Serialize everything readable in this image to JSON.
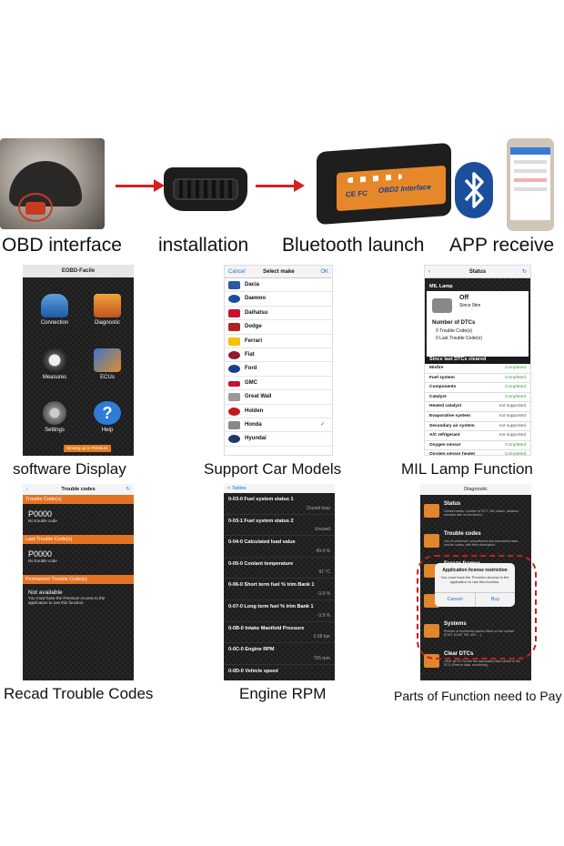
{
  "top": {
    "captions": [
      "OBD interface",
      "installation",
      "Bluetooth launch",
      "APP receive"
    ],
    "adapter_text": "OBD2 Interface",
    "adapter_badges": "CE FC"
  },
  "screens": {
    "s1": {
      "title": "EOBD-Facile",
      "tiles": [
        "Connection",
        "Diagnostic",
        "Measures",
        "ECUs",
        "Settings",
        "Help"
      ],
      "footer": "Moving up to Premium",
      "caption": "software Display"
    },
    "s2": {
      "cancel": "Cancel",
      "title": "Select make",
      "ok": "OK",
      "makes": [
        "Dacia",
        "Daewoo",
        "Daihatsu",
        "Dodge",
        "Ferrari",
        "Fiat",
        "Ford",
        "GMC",
        "Great Wall",
        "Holden",
        "Honda",
        "Hyundai"
      ],
      "checked": "✓",
      "caption": "Support Car Models"
    },
    "s3": {
      "title": "Status",
      "mil_header": "MIL Lamp",
      "off": "Off",
      "since": "Since 0km",
      "dtc_title": "Number of DTCs",
      "dtc_1": "0 Trouble Code(s)",
      "dtc_2": "0 Last Trouble Code(s)",
      "since_header": "Since last DTCs cleared",
      "rows": [
        {
          "name": "Misfire",
          "status": "Completed"
        },
        {
          "name": "Fuel system",
          "status": "Completed"
        },
        {
          "name": "Components",
          "status": "Completed"
        },
        {
          "name": "Catalyst",
          "status": "Completed"
        },
        {
          "name": "Heated catalyst",
          "status": "not supported"
        },
        {
          "name": "Evaporative system",
          "status": "not supported"
        },
        {
          "name": "Secondary air system",
          "status": "not supported"
        },
        {
          "name": "A/C refrigerant",
          "status": "not supported"
        },
        {
          "name": "Oxygen sensor",
          "status": "Completed"
        },
        {
          "name": "Oxygen sensor heater",
          "status": "Completed"
        }
      ],
      "caption": "MIL Lamp Function"
    },
    "s4": {
      "title": "Trouble codes",
      "sec1": "Trouble Code(s)",
      "code1": "P0000",
      "sub1": "No trouble code",
      "sec2": "Last Trouble Code(s)",
      "code2": "P0000",
      "sub2": "No trouble code",
      "sec3": "Permanent Trouble Code(s)",
      "na": "Not available",
      "na_sub": "You must have the Premium Access to the application to use this function.",
      "caption": "Recad Trouble Codes"
    },
    "s5": {
      "back": "< Tables",
      "rows": [
        {
          "name": "0-03-0 Fuel system status 1",
          "value": "Closed loop"
        },
        {
          "name": "0-03-1 Fuel system status 2",
          "value": "Unused"
        },
        {
          "name": "0-04-0 Calculated load value",
          "value": "40.4 %"
        },
        {
          "name": "0-05-0 Coolant temperature",
          "value": "91 °C"
        },
        {
          "name": "0-06-0 Short term fuel % trim Bank 1",
          "value": "-3.9 %"
        },
        {
          "name": "0-07-0 Long term fuel % trim Bank 1",
          "value": "-3.9 %"
        },
        {
          "name": "0-0B-0 Intake Manifold Pressure",
          "value": "0.38 bar"
        },
        {
          "name": "0-0C-0 Engine RPM",
          "value": "755 rpm"
        },
        {
          "name": "0-0D-0 Vehicle speed",
          "value": ""
        }
      ],
      "caption": "Engine RPM"
    },
    "s6": {
      "title": "Diagnostic",
      "items": [
        {
          "title": "Status",
          "desc": "Global results: number of DTC, MIL status, distance traveled with errors stored..."
        },
        {
          "title": "Trouble codes",
          "desc": "List of confirmed, unconfirmed and permanent data trouble codes, with their description"
        },
        {
          "title": "Freeze frames",
          "desc": ""
        },
        {
          "title": "",
          "desc": ""
        },
        {
          "title": "Systems",
          "desc": "Results of monitored system fitted on the vehicle (EGR, EVAP, PM, AIR, ...)"
        },
        {
          "title": "Clear DTCs",
          "desc": "Clear all DTCs with the associated data stored in the ECU (Freeze data, monitoring..."
        }
      ],
      "dialog": {
        "title": "Application license restriction",
        "body": "You must have the Premium Access to the application to use this function.",
        "cancel": "Cancel",
        "buy": "Buy"
      },
      "caption": "Parts of Function need to Pay"
    }
  },
  "colors": {
    "arrow": "#d62020",
    "orange": "#e37323",
    "completed": "#3a9c3a",
    "ios_blue": "#1a73c8",
    "bluetooth": "#1a4f9c"
  }
}
